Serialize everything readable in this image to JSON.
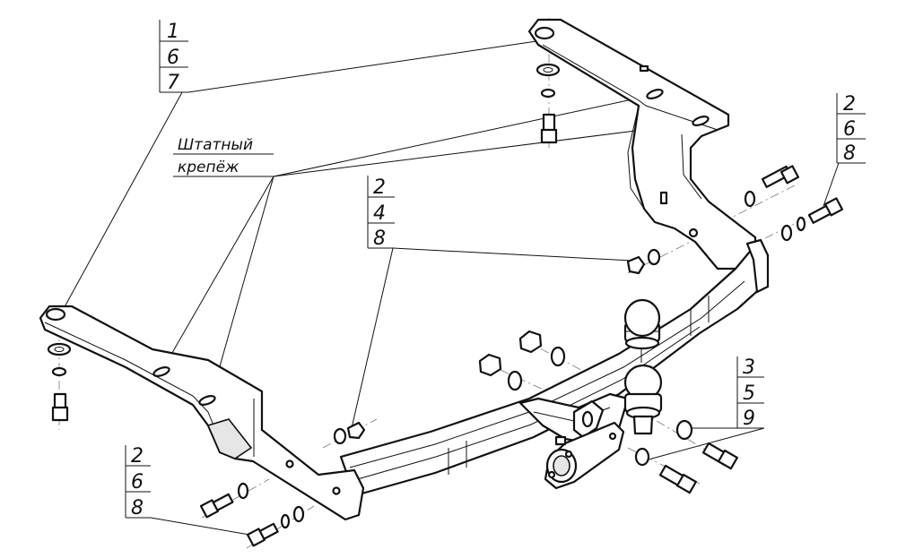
{
  "callouts": [
    {
      "id": "c167",
      "lines": [
        "1",
        "6",
        "7"
      ]
    },
    {
      "id": "c268r",
      "lines": [
        "2",
        "6",
        "8"
      ]
    },
    {
      "id": "c248",
      "lines": [
        "2",
        "4",
        "8"
      ]
    },
    {
      "id": "c359",
      "lines": [
        "3",
        "5",
        "9"
      ]
    },
    {
      "id": "c268l",
      "lines": [
        "2",
        "6",
        "8"
      ]
    }
  ],
  "note": {
    "line1": "Штатный",
    "line2": "крепёж"
  },
  "colors": {
    "ink": "#111111",
    "shade": "#e6e6e6",
    "background": "#ffffff"
  }
}
